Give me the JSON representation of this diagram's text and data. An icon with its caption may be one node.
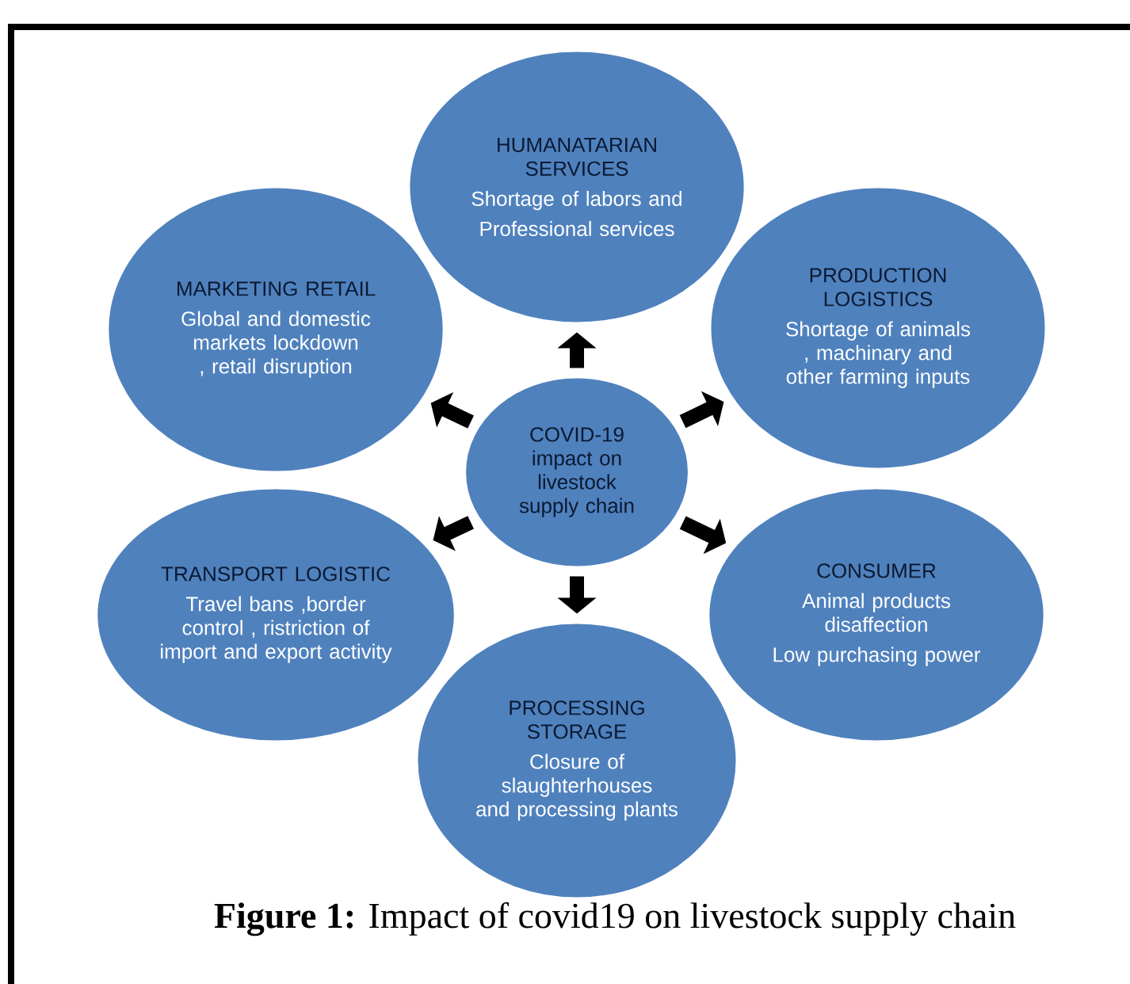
{
  "diagram": {
    "caption": "**Figure 1:** Impact of covid19 on livestock supply chain",
    "nodes": [
      {
        "text": [
          "COVID-19 impact on livestock supply chain"
        ]
      },
      {
        "text": [
          "HUMANATARIAN SERVICES",
          "Shortage of labors and",
          "Professional services"
        ]
      },
      {
        "text": [
          "PRODUCTION LOGISTICS",
          "Shortage of animals , machinary and other farming inputs"
        ]
      },
      {
        "text": [
          "CONSUMER",
          "Animal products disaffection",
          "Low purchasing power"
        ]
      },
      {
        "text": [
          "PROCESSING STORAGE",
          "Closure of slaughterhouses and processing plants"
        ]
      },
      {
        "text": [
          "TRANSPORT LOGISTIC",
          "Travel bans ,border control , ristriction of import and export activity"
        ]
      },
      {
        "text": [
          "MARKETING RETAIL",
          "Global and domestic markets lockdown , retail disruption"
        ]
      }
    ],
    "edges": [
      {
        "from": 0,
        "to": 1,
        "arrow": "to"
      },
      {
        "from": 0,
        "to": 2,
        "arrow": "to"
      },
      {
        "from": 0,
        "to": 3,
        "arrow": "to"
      },
      {
        "from": 0,
        "to": 4,
        "arrow": "to"
      },
      {
        "from": 0,
        "to": 5,
        "arrow": "to"
      },
      {
        "from": 0,
        "to": 6,
        "arrow": "to"
      }
    ]
  }
}
